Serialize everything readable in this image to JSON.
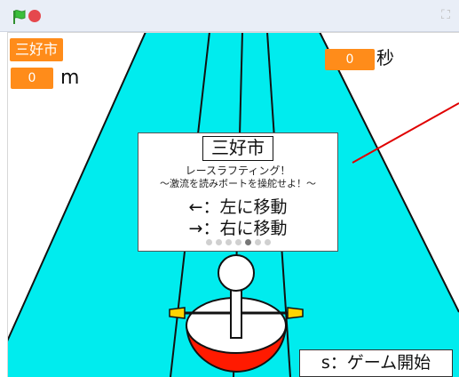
{
  "window_controls": {
    "green_flag_icon": "green-flag-icon",
    "stop_icon": "stop-sign-icon",
    "fullscreen_icon": "fullscreen-icon",
    "fullscreen_glyph": "⛶"
  },
  "hud": {
    "city_label": "三好市",
    "distance_value": "0",
    "distance_unit": "m",
    "time_value": "0",
    "time_unit": "秒"
  },
  "title_card": {
    "title": "三好市",
    "subtitle": "レースラフティング！",
    "description": "〜激流を読みボートを操舵せよ！〜",
    "control_left": "←：左に移動",
    "control_right": "→：右に移動",
    "dots_total": 7,
    "dots_active_index": 4
  },
  "start_prompt": "s：ゲーム開始",
  "colors": {
    "river": "#00ecee",
    "lane_lines": "#111111",
    "hud_orange": "#ff8c1a",
    "boat_red": "#ff1a00",
    "paddle_yellow": "#ffd400",
    "laser_red": "#e00000",
    "stop_red": "#e5484d",
    "flag_green": "#3bbf3b"
  }
}
